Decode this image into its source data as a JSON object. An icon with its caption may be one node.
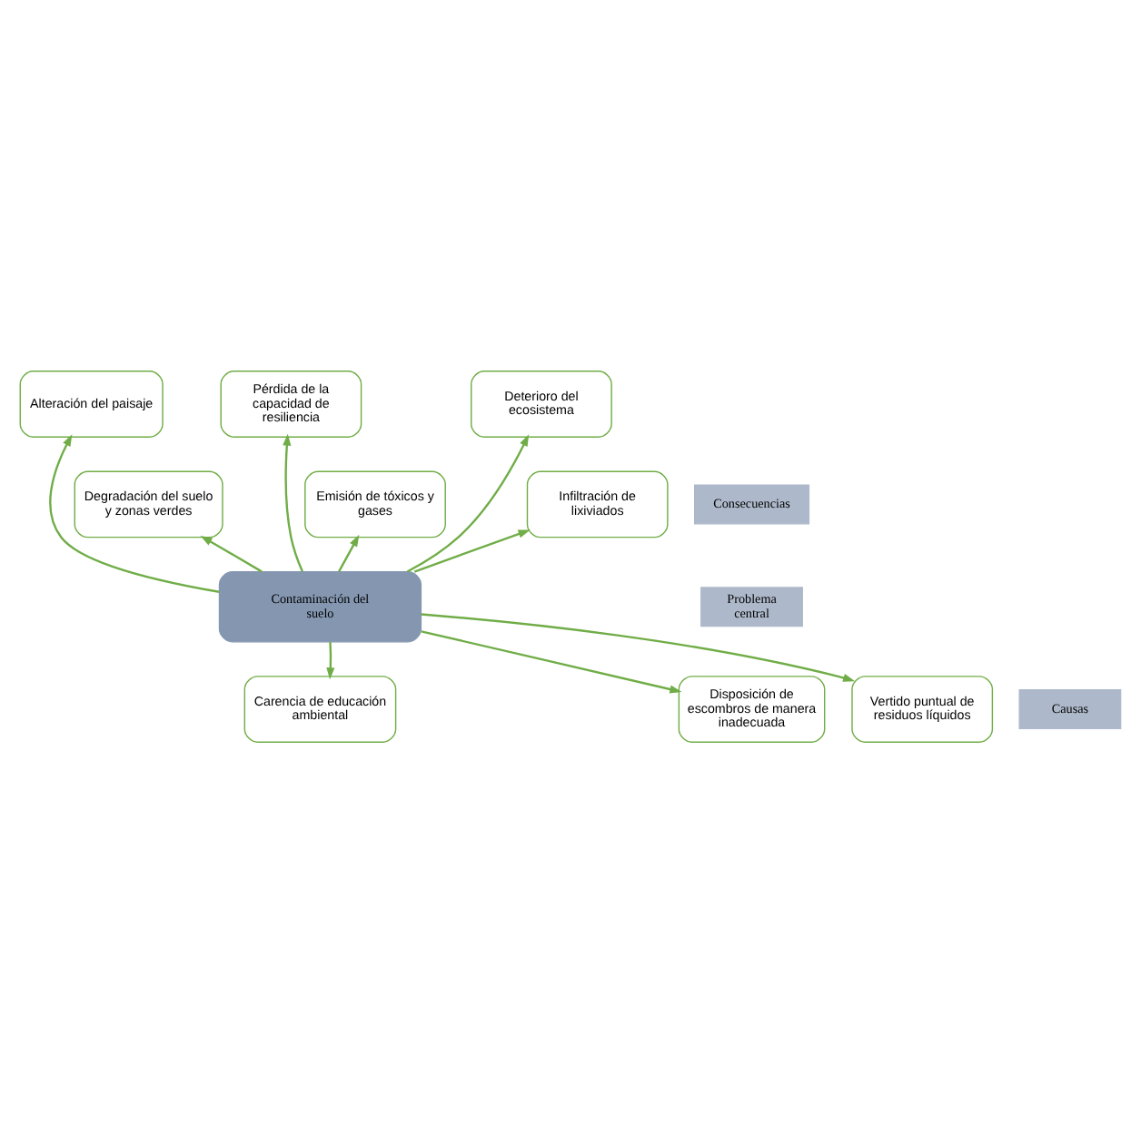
{
  "diagram": {
    "nodes": [
      {
        "text": [
          "Alteración del paisaje"
        ]
      },
      {
        "text": [
          "Pérdida de la capacidad de resiliencia"
        ]
      },
      {
        "text": [
          "Deterioro del ecosistema"
        ]
      },
      {
        "text": [
          "Consecuencias"
        ]
      },
      {
        "text": [
          "Degradación del suelo y zonas verdes"
        ]
      },
      {
        "text": [
          "Emisión de tóxicos y gases"
        ]
      },
      {
        "text": [
          "Infiltración de lixiviados"
        ]
      },
      {
        "text": [
          "Problema central"
        ]
      },
      {
        "text": [
          "Contaminación del suelo"
        ]
      },
      {
        "text": [
          "Disposición de escombros de manera inadecuada"
        ]
      },
      {
        "text": [
          "Carencia de educación ambiental"
        ]
      },
      {
        "text": [
          "Vertido puntual de residuos líquidos"
        ]
      },
      {
        "text": [
          "Causas"
        ]
      }
    ],
    "edges": [
      {
        "from": 8,
        "to": 4,
        "arrow": "to"
      },
      {
        "from": 8,
        "to": 0,
        "arrow": "to"
      },
      {
        "from": 8,
        "to": 5,
        "arrow": "to"
      },
      {
        "from": 8,
        "to": 1,
        "arrow": "to"
      },
      {
        "from": 8,
        "to": 2,
        "arrow": "to"
      },
      {
        "from": 8,
        "to": 6,
        "arrow": "to"
      },
      {
        "from": 8,
        "to": 9,
        "arrow": "to"
      },
      {
        "from": 8,
        "to": 10,
        "arrow": "to"
      },
      {
        "from": 8,
        "to": 11,
        "arrow": "to"
      }
    ]
  }
}
